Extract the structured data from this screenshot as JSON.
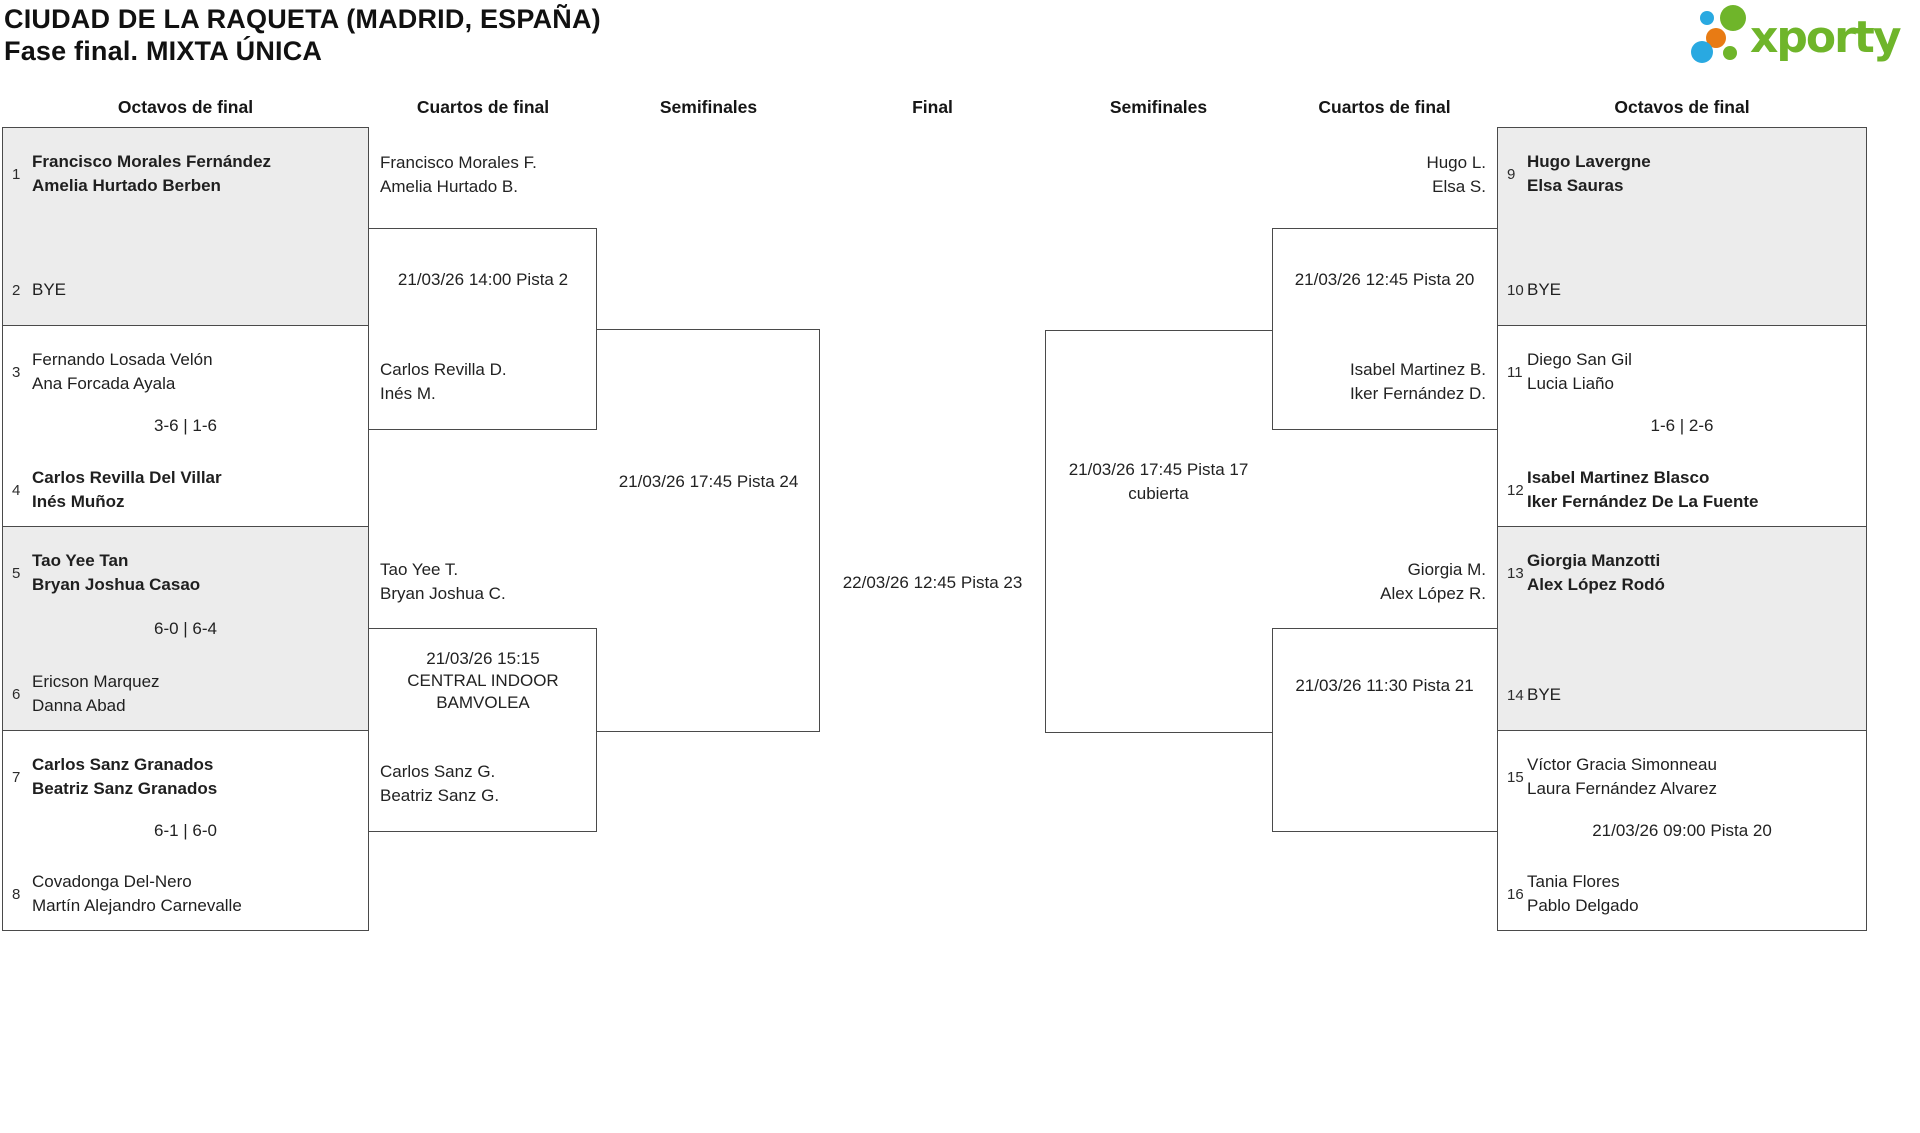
{
  "page": {
    "title": "CIUDAD DE LA RAQUETA (MADRID, ESPAÑA)",
    "subtitle": "Fase final. MIXTA ÚNICA"
  },
  "brand": {
    "name": "xporty",
    "green": "#6fb52a",
    "blue": "#29a9e1",
    "orange": "#e87b14"
  },
  "colors": {
    "box_fill_shaded": "#ececec",
    "box_fill": "#ffffff",
    "border": "#4a4a4a",
    "text": "#1f1f1f"
  },
  "round_headers": [
    "Octavos de final",
    "Cuartos de final",
    "Semifinales",
    "Final",
    "Semifinales",
    "Cuartos de final",
    "Octavos de final"
  ],
  "r16": [
    {
      "seed_top": "1",
      "top1": "Francisco Morales Fernández",
      "top2": "Amelia Hurtado Berben",
      "middle": "",
      "seed_bottom": "2",
      "bottom1": "BYE"
    },
    {
      "seed_top": "3",
      "top1": "Fernando Losada Velón",
      "top2": "Ana Forcada Ayala",
      "middle": "3-6 | 1-6",
      "seed_bottom": "4",
      "bottom1": "Carlos Revilla Del Villar",
      "bottom2": "Inés Muñoz"
    },
    {
      "seed_top": "5",
      "top1": "Tao Yee Tan",
      "top2": "Bryan Joshua Casao",
      "middle": "6-0 | 6-4",
      "seed_bottom": "6",
      "bottom1": "Ericson Marquez",
      "bottom2": "Danna Abad"
    },
    {
      "seed_top": "7",
      "top1": "Carlos Sanz Granados",
      "top2": "Beatriz Sanz Granados",
      "middle": "6-1 | 6-0",
      "seed_bottom": "8",
      "bottom1": "Covadonga Del-Nero",
      "bottom2": "Martín Alejandro Carnevalle"
    },
    {
      "seed_top": "9",
      "top1": "Hugo Lavergne",
      "top2": "Elsa Sauras",
      "middle": "",
      "seed_bottom": "10",
      "bottom1": "BYE"
    },
    {
      "seed_top": "11",
      "top1": "Diego San Gil",
      "top2": "Lucia Liaño",
      "middle": "1-6 | 2-6",
      "seed_bottom": "12",
      "bottom1": "Isabel Martinez Blasco",
      "bottom2": "Iker Fernández De La Fuente"
    },
    {
      "seed_top": "13",
      "top1": "Giorgia Manzotti",
      "top2": "Alex López Rodó",
      "middle": "",
      "seed_bottom": "14",
      "bottom1": "BYE"
    },
    {
      "seed_top": "15",
      "top1": "Víctor Gracia Simonneau",
      "top2": "Laura Fernández Alvarez",
      "middle": "21/03/26 09:00 Pista 20",
      "seed_bottom": "16",
      "bottom1": "Tania Flores",
      "bottom2": "Pablo Delgado"
    }
  ],
  "qf": {
    "left_top": {
      "top1": "Francisco Morales F.",
      "top2": "Amelia Hurtado B.",
      "date": "21/03/26 14:00 Pista 2",
      "bottom1": "Carlos Revilla D.",
      "bottom2": "Inés M."
    },
    "left_bottom": {
      "top1": "Tao Yee T.",
      "top2": "Bryan Joshua C.",
      "date1": "21/03/26 15:15",
      "date2": "CENTRAL INDOOR",
      "date3": "BAMVOLEA",
      "bottom1": "Carlos Sanz G.",
      "bottom2": "Beatriz Sanz G."
    },
    "right_top": {
      "top1": "Hugo L.",
      "top2": "Elsa S.",
      "date": "21/03/26 12:45 Pista 20",
      "bottom1": "Isabel Martinez B.",
      "bottom2": "Iker Fernández D."
    },
    "right_bottom": {
      "top1": "Giorgia M.",
      "top2": "Alex López R.",
      "date": "21/03/26 11:30 Pista 21"
    }
  },
  "sf": {
    "left": {
      "date": "21/03/26 17:45 Pista 24"
    },
    "right": {
      "date1": "21/03/26 17:45 Pista 17",
      "date2": "cubierta"
    }
  },
  "final": {
    "date": "22/03/26 12:45 Pista 23"
  }
}
